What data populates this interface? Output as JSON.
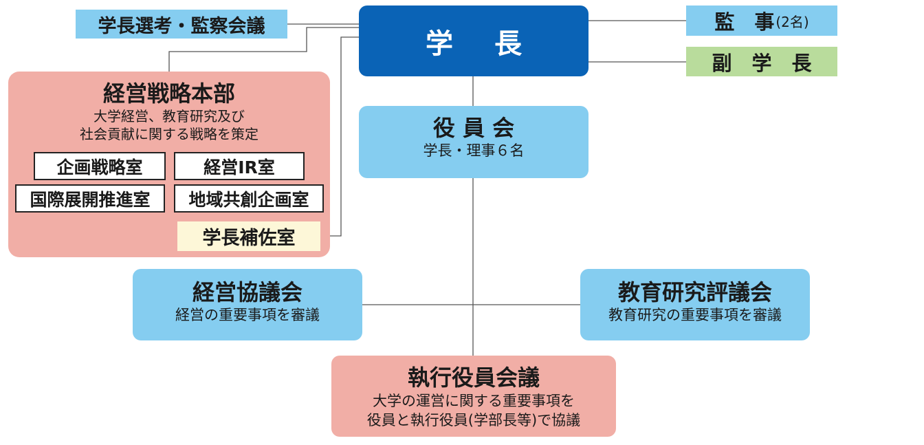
{
  "president": {
    "label": "学長"
  },
  "presidential_selection": {
    "label": "学長選考・監察会議"
  },
  "auditors": {
    "label": "監　事",
    "note": "(2名)"
  },
  "vice_president": {
    "label": "副　学　長"
  },
  "board": {
    "title": "役 員 会",
    "description": "学長・理事６名"
  },
  "strategy_hq": {
    "title": "経営戦略本部",
    "description_line1": "大学経営、教育研究及び",
    "description_line2": "社会貢献に関する戦略を策定",
    "offices": [
      "企画戦略室",
      "経営IR室",
      "国際展開推進室",
      "地域共創企画室"
    ],
    "assistant_office": "学長補佐室"
  },
  "management_council": {
    "title": "経営協議会",
    "description": "経営の重要事項を審議"
  },
  "education_research_council": {
    "title": "教育研究評議会",
    "description": "教育研究の重要事項を審議"
  },
  "executive_officers_meeting": {
    "title": "執行役員会議",
    "description_line1": "大学の運営に関する重要事項を",
    "description_line2": "役員と執行役員(学部長等)で協議"
  },
  "colors": {
    "president": "#0a63b6",
    "light_blue": "#85cdf0",
    "salmon": "#f1aea6",
    "green": "#b9dc9c",
    "cream": "#fdf7d8"
  }
}
